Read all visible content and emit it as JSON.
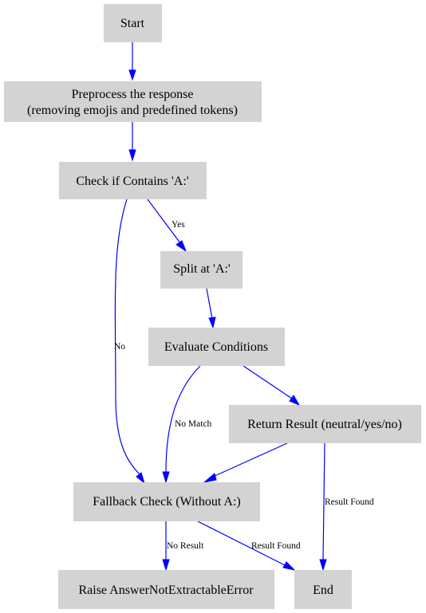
{
  "diagram": {
    "colors": {
      "node_fill": "#d3d3d3",
      "edge": "#0000ff",
      "text": "#000000",
      "background": "#ffffff"
    },
    "nodes": {
      "start": "Start",
      "preprocess_line1": "Preprocess the response",
      "preprocess_line2": "(removing emojis and predefined tokens)",
      "check": "Check if Contains 'A:'",
      "split": "Split at 'A:'",
      "evaluate": "Evaluate Conditions",
      "return_result": "Return Result (neutral/yes/no)",
      "fallback": "Fallback Check (Without A:)",
      "raise": "Raise AnswerNotExtractableError",
      "end": "End"
    },
    "edge_labels": {
      "check_to_split": "Yes",
      "check_to_fallback": "No",
      "evaluate_to_fallback": "No Match",
      "return_to_end": "Result Found",
      "fallback_to_raise": "No Result",
      "fallback_to_end": "Result Found"
    }
  }
}
